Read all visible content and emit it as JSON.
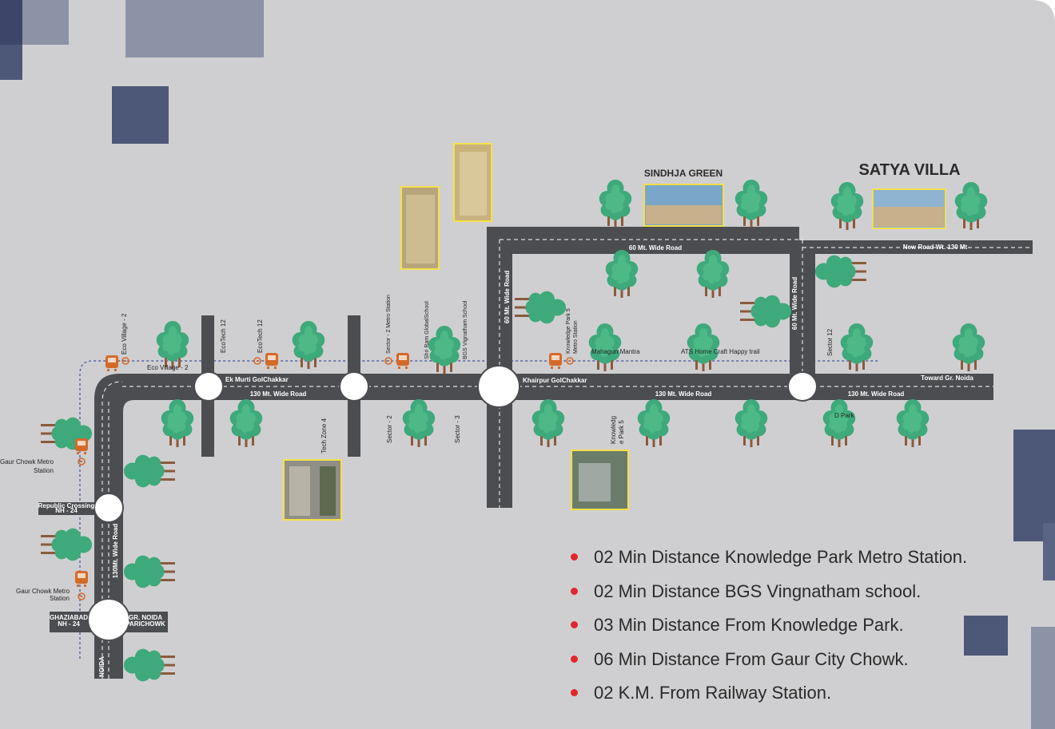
{
  "projects": {
    "satya_villa": "SATYA VILLA",
    "sindhja_green": "SINDHJA GREEN"
  },
  "roads": {
    "main_left": "130 Mt. Wide Road",
    "main_mid": "130 Mt. Wide Road",
    "main_right": "130 Mt. Wide Road",
    "top_road": "60 Mt. Wide Road",
    "vertical_a": "60 Mt. Wide Road",
    "vertical_b": "60 Mt. Wide Road",
    "left_vertical": "130Mt. Wide Road",
    "toward": "Toward Gr. Noida",
    "top_right_small": "New Road Wt. 130 Mt"
  },
  "chakkars": {
    "ek_murti": "Ek Murti GolChakkar",
    "khairpur": "Khairpur GolChakkar"
  },
  "places": {
    "eco_village_2_v": "Eco Village - 2",
    "eco_village_2_h": "Eco Village - 2",
    "ecotech_12_a": "EcoTech 12",
    "ecotech_12_b": "EcoTech 12",
    "sector2_metro": "Sector - 2 Metro Station",
    "shri_ram": "Shri Ram GlobalSchool",
    "bgs": "BGS Vignatham School",
    "kp5_metro_1": "Knowledge Park 5",
    "kp5_metro_2": "Metro Station",
    "mahagun": "Mahagun Mantra",
    "ats": "ATS Home Craft Happy trail",
    "sector12": "Sector 12",
    "tech_zone4": "Tech Zone 4",
    "sector2": "Sector - 2",
    "sector3": "Sector - 3",
    "kp5_1": "Knowledg",
    "kp5_2": "e Park 5",
    "d_park": "D Park",
    "gaur_chowk_1a": "Gaur Chowk Metro",
    "gaur_chowk_1b": "Station",
    "gaur_chowk_2a": "Gaur Chowk Metro",
    "gaur_chowk_2b": "Station",
    "republic_1": "Republic Crossing",
    "republic_2": "NH - 24",
    "ghaziabad_1": "GHAZIABAD",
    "ghaziabad_2": "NH - 24",
    "gr_noida_1": "GR. NOIDA",
    "gr_noida_2": "PARICHOWK",
    "noida": "NOIDA"
  },
  "highlights": [
    "02 Min Distance Knowledge  Park Metro Station.",
    "02 Min Distance BGS Vingnatham school.",
    "03 Min Distance From Knowledge Park.",
    "06 Min Distance  From Gaur City Chowk.",
    "02 K.M. From Railway Station."
  ],
  "colors": {
    "map_background": "#cfcfd1",
    "road": "#4b4d50",
    "tree_leaf": "#3ea97a",
    "tree_trunk": "#8b5a3c",
    "accent_square": "#4d5878",
    "bullet": "#e0262c",
    "metro_icon": "#d46a2a",
    "metro_line": "#3f4fa0"
  }
}
